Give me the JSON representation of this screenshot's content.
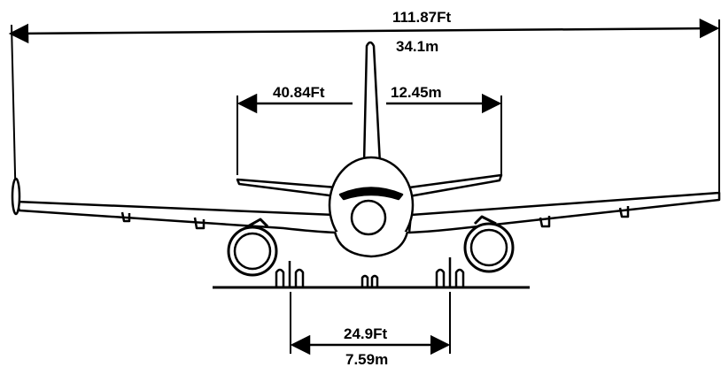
{
  "colors": {
    "ink": "#000000",
    "paper": "#ffffff"
  },
  "dimensions": {
    "wingspan": {
      "imperial": "111.87Ft",
      "metric": "34.1m"
    },
    "tailplane_span": {
      "imperial": "40.84Ft",
      "metric": "12.45m"
    },
    "main_gear_track": {
      "imperial": "24.9Ft",
      "metric": "7.59m"
    }
  }
}
